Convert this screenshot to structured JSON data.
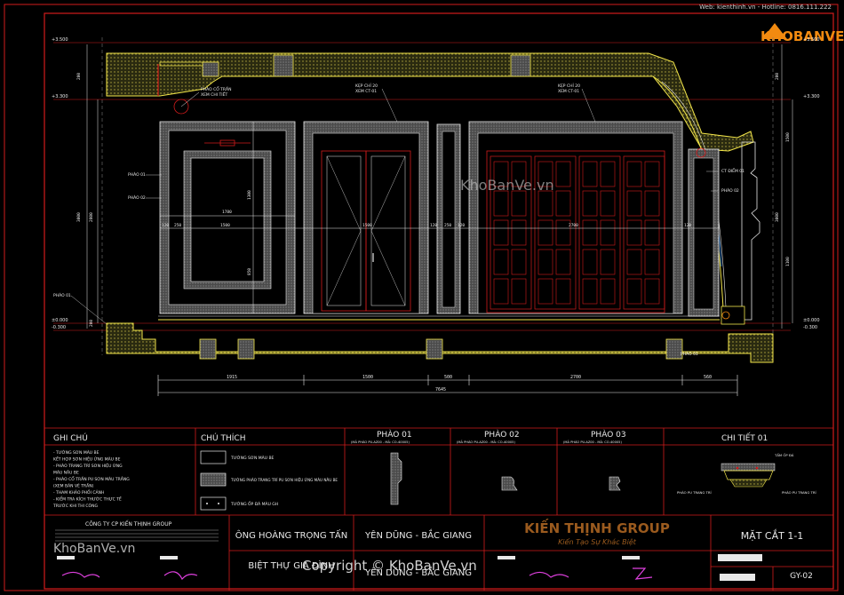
{
  "header": {
    "web_text": "Web: kienthinh.vn - Hotline: 0816.111.222",
    "logo_text": "KHOBANVE"
  },
  "watermarks": {
    "center": "KhoBanVe.vn",
    "bottom_left": "KhoBanVe.vn",
    "copyright": "Copyright © KhoBanVe.vn"
  },
  "drawing": {
    "callouts": {
      "phao_co_tran": "PHÀO CỔ TRẦN",
      "phao_co_tran_sub": "XEM CHI TIẾT",
      "ke_chi_left": "KẸP CHỈ 20",
      "ke_chi_left_sub": "XEM CT-01",
      "ke_chi_right": "KẸP CHỈ 20",
      "ke_chi_right_sub": "XEM CT-01",
      "phao_01_a": "PHÀO 01",
      "phao_02_a": "PHÀO 02",
      "phao_01_b": "PHÀO 01",
      "phao_01_c": "PHÀO 01",
      "ct_01": "CT ĐIỂM 01",
      "phao_02_b": "PHÀO 02"
    },
    "levels": {
      "top_left": "+3.500",
      "upper_left": "+3.300",
      "lower_left": "±0.000",
      "bottom_left": "-0.300",
      "top_right": "+3.500",
      "upper_right": "+3.300",
      "lower_right": "±0.000",
      "bottom_right": "-0.300"
    },
    "inner_dims": {
      "a": "1500",
      "b": "1500",
      "c": "2700",
      "d": "120",
      "e": "250",
      "f": "120",
      "g": "120",
      "h": "250",
      "i": "1780",
      "j": "120"
    },
    "vertical_dims": {
      "v1": "200",
      "v2": "3000",
      "v3": "2800",
      "v4": "200",
      "v5": "1300",
      "v6": "850",
      "r1": "200",
      "r2": "3000",
      "r3": "1500",
      "r4": "1100"
    },
    "bottom_dims": [
      "1915",
      "1500",
      "500",
      "2700",
      "560"
    ],
    "bottom_total": "7645"
  },
  "legend": {
    "ghi_chu_title": "GHI CHÚ",
    "ghi_chu_lines": [
      "- TƯỜNG SƠN MÀU BE",
      "  KẾT HỢP SƠN HIỆU ỨNG MÀU BE",
      "- PHÀO TRANG TRÍ SƠN HIỆU ỨNG",
      "  MÀU NÂU BE",
      "- PHÀO CỔ TRẦN PU SƠN MÀU TRẮNG",
      "  (XEM BẢN VẼ TRẦN)",
      "- THAM KHẢO PHỐI CẢNH",
      "- KIỂM TRA KÍCH THƯỚC THỰC TẾ",
      "  TRƯỚC KHI THI CÔNG"
    ],
    "chu_thich_title": "CHÚ THÍCH",
    "chu_thich_items": [
      "TƯỜNG SƠN MÀU BE",
      "TƯỜNG PHÀO TRANG TRÍ PU SƠN HIỆU ỨNG MÀU NÂU BE",
      "TƯỜNG ỐP ĐÁ MÀU GH"
    ],
    "phao_01_title": "PHÀO 01",
    "phao_01_sub": "(MÃ PHÀO PU-AZ00 - MÃ: CO-40005)",
    "phao_02_title": "PHÀO 02",
    "phao_02_sub": "(MÃ PHÀO PU-AZ00 - MÃ: CO-40005)",
    "phao_03_title": "PHÀO 03",
    "phao_03_sub": "(MÃ PHÀO PU-AZ00 - MÃ: CO-40005)",
    "chi_tiet_title": "CHI TIẾT 01",
    "chi_tiet_notes": [
      "TẤM ỐP ĐÁ",
      "PHÀO PU TRANG TRÍ",
      "PHÀO PU TRANG TRÍ"
    ]
  },
  "title_block": {
    "company": "CÔNG TY CP KIẾN THỊNH GROUP",
    "client": "ÔNG HOÀNG TRỌNG TẤN",
    "location": "YÊN DŨNG - BẮC GIANG",
    "project": "BIỆT THỰ GIA ĐÌNH",
    "project_location": "YÊN DŨNG - BẮC GIANG",
    "brand": "KIẾN THỊNH GROUP",
    "slogan": "Kiến Tạo Sự Khác Biệt",
    "drawing_title": "MẶT CẮT 1-1",
    "sheet": "GY-02"
  },
  "colors": {
    "background": "#000000",
    "wall_yellow": "#f2e54a",
    "frame_red": "#d21c1c",
    "white_line": "#e8e8e8",
    "magenta": "#e040e0",
    "brand_orange": "#9a5a1e",
    "logo_green": "#1b8a3e",
    "logo_orange": "#f28a10"
  }
}
